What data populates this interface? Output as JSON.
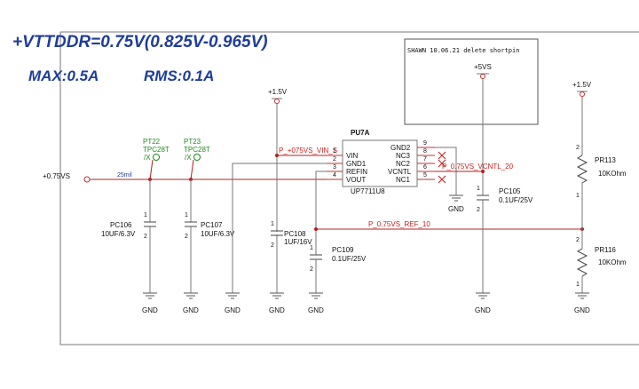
{
  "header": {
    "title": "+VTTDDR=0.75V(0.825V-0.965V)",
    "max_current": "MAX:0.5A",
    "rms_current": "RMS:0.1A"
  },
  "note": "SHAWN 10.06.21 delete shortpin",
  "rails": {
    "input": "+0.75VS",
    "v15_left": "+1.5V",
    "v5": "+5VS",
    "v15_right": "+1.5V"
  },
  "trace_width": "25mil",
  "nets": {
    "vin": "P_+075VS_VIN_S",
    "vcntl": "P_0.75VS_VCNTL_20",
    "ref": "P_0.75VS_REF_10"
  },
  "ic": {
    "ref": "PU7A",
    "part": "UP7711U8",
    "left_pins": [
      {
        "name": "VIN",
        "num": "1"
      },
      {
        "name": "GND1",
        "num": "2"
      },
      {
        "name": "REFIN",
        "num": "3"
      },
      {
        "name": "VOUT",
        "num": "4"
      }
    ],
    "right_pins": [
      {
        "name": "GND2",
        "num": "9"
      },
      {
        "name": "NC3",
        "num": "8"
      },
      {
        "name": "NC2",
        "num": "7"
      },
      {
        "name": "VCNTL",
        "num": "6"
      },
      {
        "name": "NC1",
        "num": "5"
      }
    ]
  },
  "test_points": [
    {
      "ref": "PT22",
      "part": "TPC28T",
      "pin": "/X"
    },
    {
      "ref": "PT23",
      "part": "TPC28T",
      "pin": "/X"
    }
  ],
  "capacitors": [
    {
      "ref": "PC106",
      "value": "10UF/6.3V"
    },
    {
      "ref": "PC107",
      "value": "10UF/6.3V"
    },
    {
      "ref": "PC108",
      "value": "1UF/16V"
    },
    {
      "ref": "PC109",
      "value": "0.1UF/25V"
    },
    {
      "ref": "PC105",
      "value": "0.1UF/25V"
    }
  ],
  "resistors": [
    {
      "ref": "PR113",
      "value": "10KOhm",
      "pin_top": "2",
      "pin_bottom": "1"
    },
    {
      "ref": "PR116",
      "value": "10KOhm",
      "pin_top": "2",
      "pin_bottom": "1"
    }
  ],
  "cap_pins": {
    "top": "1",
    "bottom": "2"
  },
  "ground_label": "GND"
}
